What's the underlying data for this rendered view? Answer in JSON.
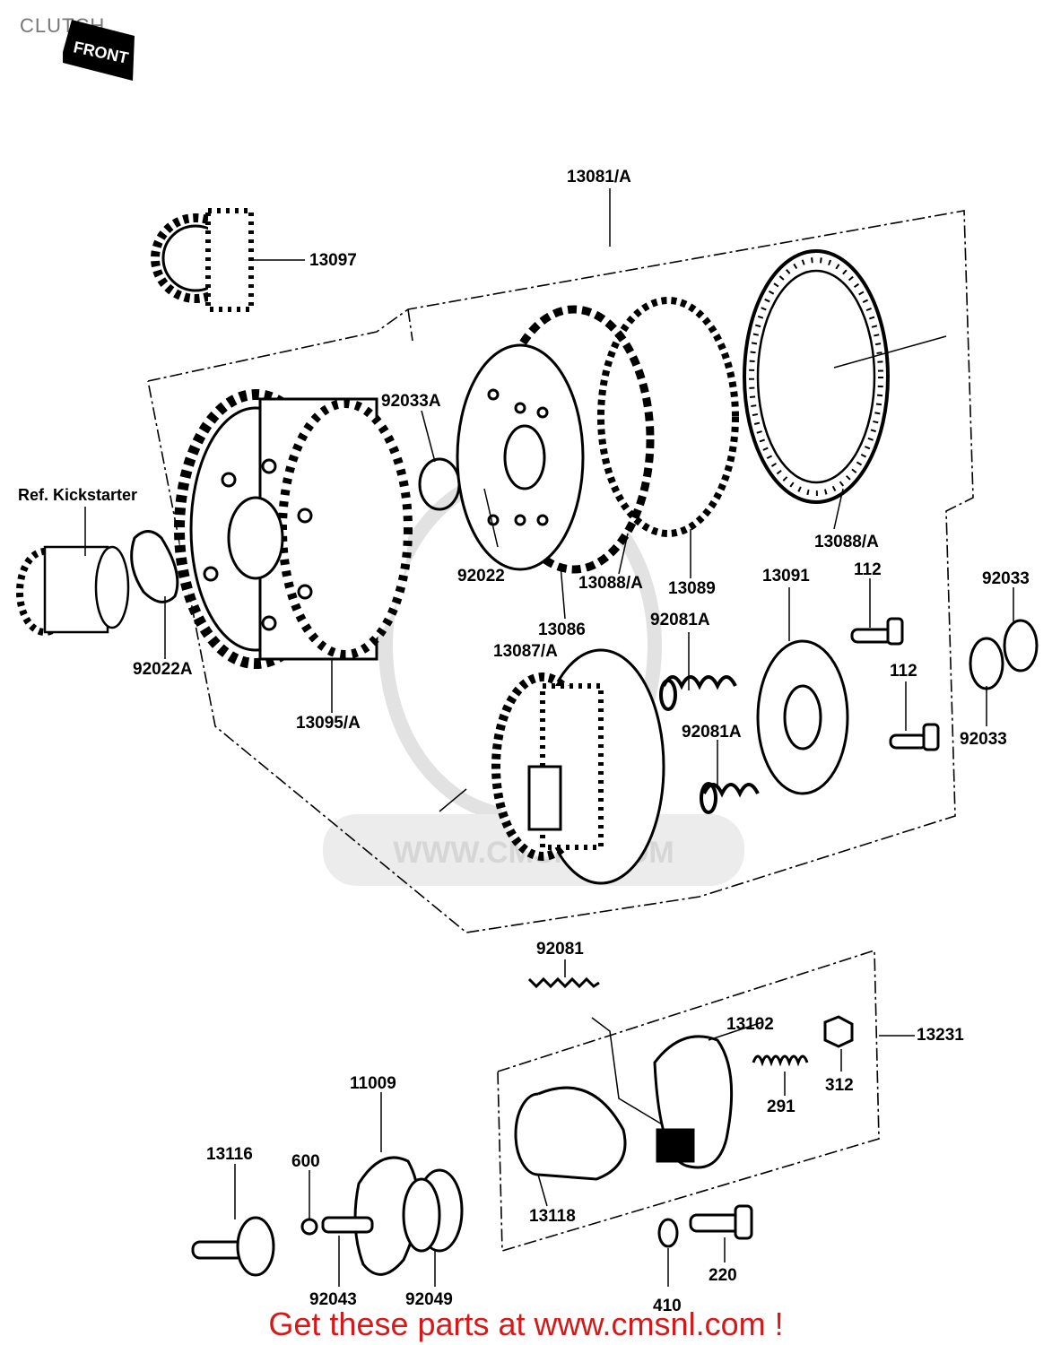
{
  "title": "CLUTCH",
  "front_badge": "FRONT",
  "watermark_text": "WWW.CMSNL.COM",
  "footer": "Get these parts at www.cmsnl.com !",
  "parts": {
    "p13081A": "13081/A",
    "p13097": "13097",
    "p92033A": "92033A",
    "ref_kickstarter": "Ref. Kickstarter",
    "p92022": "92022",
    "p92022A": "92022A",
    "p13088A_top": "13088/A",
    "p13088A_mid": "13088/A",
    "p13089": "13089",
    "p13086": "13086",
    "p13095A": "13095/A",
    "p13087A": "13087/A",
    "p92081A_1": "92081A",
    "p92081A_2": "92081A",
    "p13091": "13091",
    "p112_1": "112",
    "p112_2": "112",
    "p92033_1": "92033",
    "p92033_2": "92033",
    "p92081": "92081",
    "p13102": "13102",
    "p13231": "13231",
    "p291": "291",
    "p312": "312",
    "p11009": "11009",
    "p13116": "13116",
    "p600": "600",
    "p13118": "13118",
    "p92043": "92043",
    "p92049": "92049",
    "p410": "410",
    "p220": "220"
  },
  "colors": {
    "line": "#000000",
    "footer": "#d81818",
    "watermark": "#d6d6d6"
  }
}
